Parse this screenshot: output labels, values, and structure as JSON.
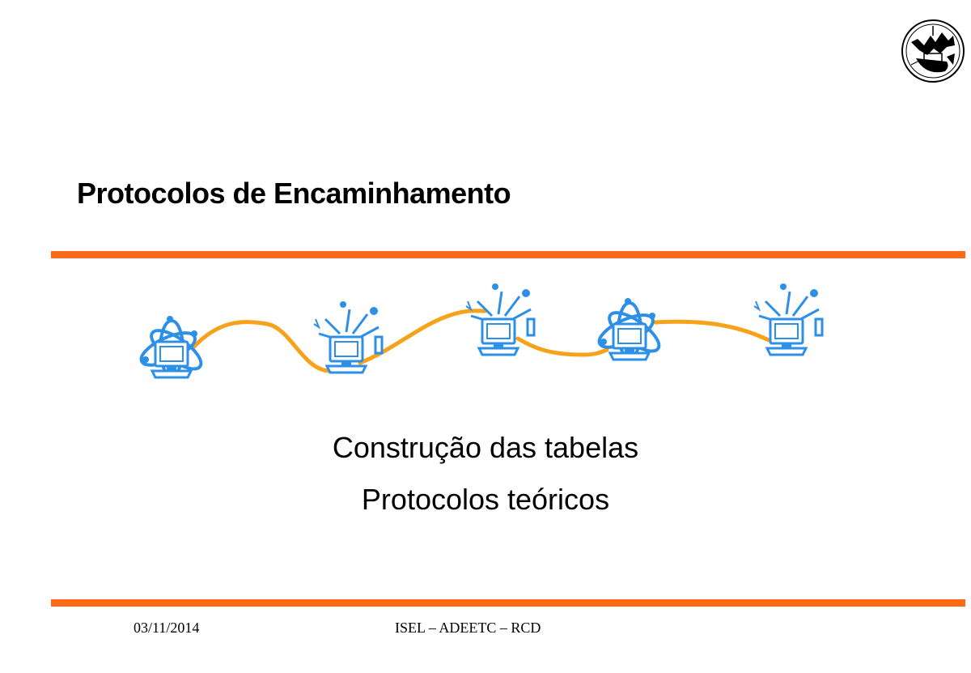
{
  "slide": {
    "title": "Protocolos de Encaminhamento",
    "subtitle_lines": [
      "Construção das tabelas",
      "Protocolos teóricos"
    ],
    "footer": {
      "date": "03/11/2014",
      "center": "ISEL – ADEETC – RCD"
    },
    "logo": {
      "icon": "isel-logo-icon"
    },
    "network_nodes": [
      {
        "icon": "globe-computer-icon"
      },
      {
        "icon": "broadcast-computer-icon"
      },
      {
        "icon": "broadcast-computer-icon"
      },
      {
        "icon": "globe-computer-icon"
      },
      {
        "icon": "broadcast-computer-icon"
      }
    ],
    "colors": {
      "accent": "#ff6a16",
      "link": "#f7a21b",
      "node": "#2e8fe6"
    }
  }
}
